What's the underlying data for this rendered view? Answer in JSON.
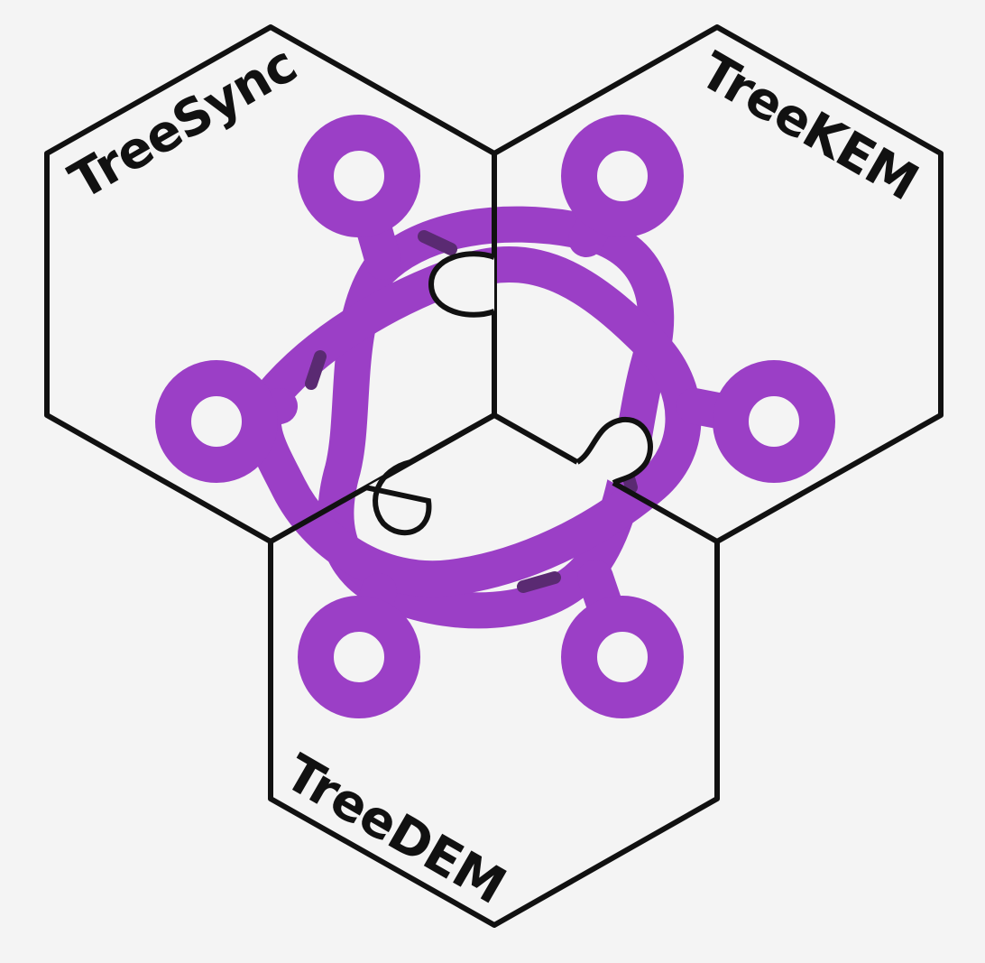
{
  "diagram": {
    "components": [
      {
        "id": "treesync",
        "label": "TreeSync"
      },
      {
        "id": "treekem",
        "label": "TreeKEM"
      },
      {
        "id": "treedem",
        "label": "TreeDEM"
      }
    ],
    "colors": {
      "background": "#f4f4f4",
      "hex_stroke": "#111111",
      "logo_primary": "#9b3fc6",
      "logo_shadow": "#5a2a72",
      "label_text": "#111111"
    },
    "logo": {
      "description_icon": "network-nodes-logo-icon",
      "node_count": 6
    }
  }
}
